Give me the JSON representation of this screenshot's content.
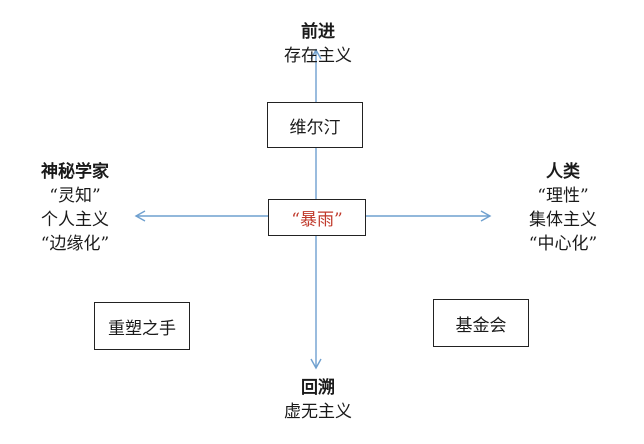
{
  "diagram": {
    "top": {
      "title": "前进",
      "lines": [
        "存在主义"
      ]
    },
    "bottom": {
      "title": "回溯",
      "lines": [
        "虚无主义"
      ]
    },
    "left": {
      "title": "神秘学家",
      "lines": [
        "“灵知”",
        "个人主义",
        "“边缘化”"
      ]
    },
    "right": {
      "title": "人类",
      "lines": [
        "“理性”",
        "集体主义",
        "“中心化”"
      ]
    },
    "boxes": {
      "upper": "维尔汀",
      "center": "“暴雨”",
      "lower_left": "重塑之手",
      "lower_right": "基金会"
    },
    "colors": {
      "arrow": "#6fa0cf",
      "center_text": "#c0392b",
      "box_border": "#222222"
    }
  }
}
